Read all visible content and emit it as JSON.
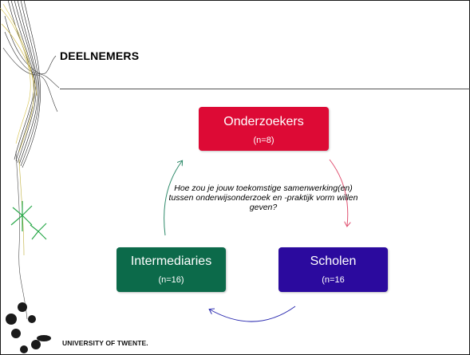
{
  "slide": {
    "title": "DEELNEMERS",
    "question": "Hoe zou je jouw toekomstige samenwerking(en) tussen onderwijsonderzoek en -praktijk vorm willen geven?",
    "footer": "UNIVERSITY OF TWENTE."
  },
  "groups": [
    {
      "label": "Onderzoekers",
      "count": "(n=8)",
      "color": "#dd0a35"
    },
    {
      "label": "Intermediaries",
      "count": "(n=16)",
      "color": "#0c6a4a"
    },
    {
      "label": "Scholen",
      "count": "(n=16",
      "color": "#2b0a9e"
    }
  ],
  "arrows": {
    "right": "#e05070",
    "bottom": "#2b2bb0",
    "left": "#2e8a6a"
  }
}
